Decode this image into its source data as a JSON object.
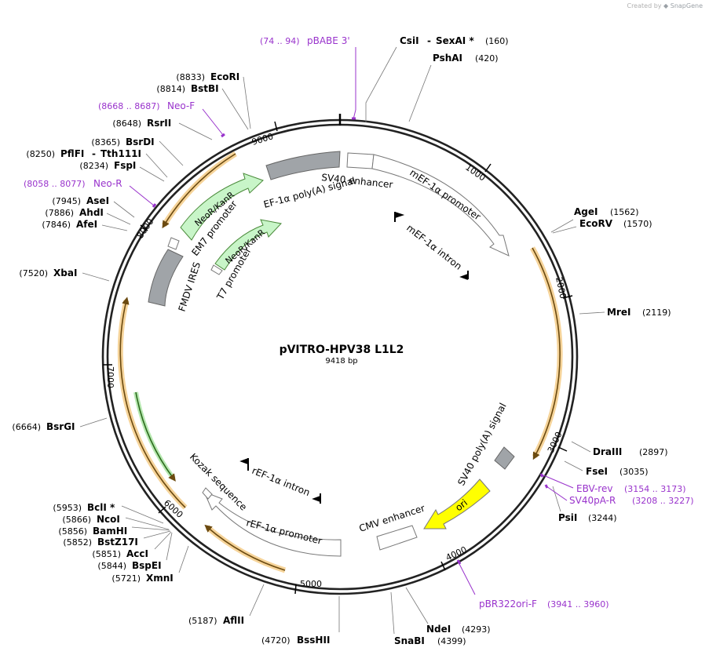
{
  "credit": {
    "prefix": "Created by",
    "brand": "SnapGene"
  },
  "plasmid": {
    "name": "pVITRO-HPV38 L1L2",
    "size_label": "9418 bp",
    "length": 9418
  },
  "ticks": [
    "1000",
    "2000",
    "3000",
    "4000",
    "5000",
    "6000",
    "7000",
    "8000",
    "9000"
  ],
  "sites": [
    {
      "name": "CsiI",
      "pos": "(160)"
    },
    {
      "name": "SexAI *",
      "pos": ""
    },
    {
      "name": "PshAI",
      "pos": "(420)"
    },
    {
      "name": "AgeI",
      "pos": "(1562)"
    },
    {
      "name": "EcoRV",
      "pos": "(1570)"
    },
    {
      "name": "MreI",
      "pos": "(2119)"
    },
    {
      "name": "DraIII",
      "pos": "(2897)"
    },
    {
      "name": "FseI",
      "pos": "(3035)"
    },
    {
      "name": "PsiI",
      "pos": "(3244)"
    },
    {
      "name": "NdeI",
      "pos": "(4293)"
    },
    {
      "name": "SnaBI",
      "pos": "(4399)"
    },
    {
      "name": "BssHII",
      "pos": "(4720)"
    },
    {
      "name": "AflII",
      "pos": "(5187)"
    },
    {
      "name": "XmnI",
      "pos": "(5721)"
    },
    {
      "name": "BspEI",
      "pos": "(5844)"
    },
    {
      "name": "AccI",
      "pos": "(5851)"
    },
    {
      "name": "BstZ17I",
      "pos": "(5852)"
    },
    {
      "name": "BamHI",
      "pos": "(5856)"
    },
    {
      "name": "NcoI",
      "pos": "(5866)"
    },
    {
      "name": "BclI *",
      "pos": "(5953)"
    },
    {
      "name": "BsrGI",
      "pos": "(6664)"
    },
    {
      "name": "XbaI",
      "pos": "(7520)"
    },
    {
      "name": "AfeI",
      "pos": "(7846)"
    },
    {
      "name": "AhdI",
      "pos": "(7886)"
    },
    {
      "name": "AseI",
      "pos": "(7945)"
    },
    {
      "name": "FspI",
      "pos": "(8234)"
    },
    {
      "name": "PflFI",
      "pos": "(8250)"
    },
    {
      "name": "Tth111I",
      "pos": ""
    },
    {
      "name": "BsrDI",
      "pos": "(8365)"
    },
    {
      "name": "RsrII",
      "pos": "(8648)"
    },
    {
      "name": "BstBI",
      "pos": "(8814)"
    },
    {
      "name": "EcoRI",
      "pos": "(8833)"
    }
  ],
  "primers": [
    {
      "range": "(74 .. 94)",
      "name": "pBABE 3'"
    },
    {
      "range": "(8668 .. 8687)",
      "name": "Neo-F"
    },
    {
      "range": "(8058 .. 8077)",
      "name": "Neo-R"
    },
    {
      "range": "(3154 .. 3173)",
      "name": "EBV-rev"
    },
    {
      "range": "(3208 .. 3227)",
      "name": "SV40pA-R"
    },
    {
      "range": "(3941 .. 3960)",
      "name": "pBR322ori-F"
    }
  ],
  "features": [
    {
      "label": "SV40 enhancer"
    },
    {
      "label": "mEF-1α promoter"
    },
    {
      "label": "mEF-1α intron"
    },
    {
      "label": "EF-1α poly(A) signal"
    },
    {
      "label": "NeoR/KanR"
    },
    {
      "label": "EM7 promoter"
    },
    {
      "label": "NeoR/KanR"
    },
    {
      "label": "T7 promoter"
    },
    {
      "label": "FMDV IRES"
    },
    {
      "label": "SV40 poly(A) signal"
    },
    {
      "label": "ori"
    },
    {
      "label": "CMV enhancer"
    },
    {
      "label": "rEF-1α intron"
    },
    {
      "label": "rEF-1α promoter"
    },
    {
      "label": "Kozak sequence"
    }
  ],
  "colors": {
    "primer": "#9933cc",
    "orf": "#f0a030",
    "neo": "#c8f5c8",
    "ori": "#ffff00",
    "grey": "#a0a4a8"
  }
}
